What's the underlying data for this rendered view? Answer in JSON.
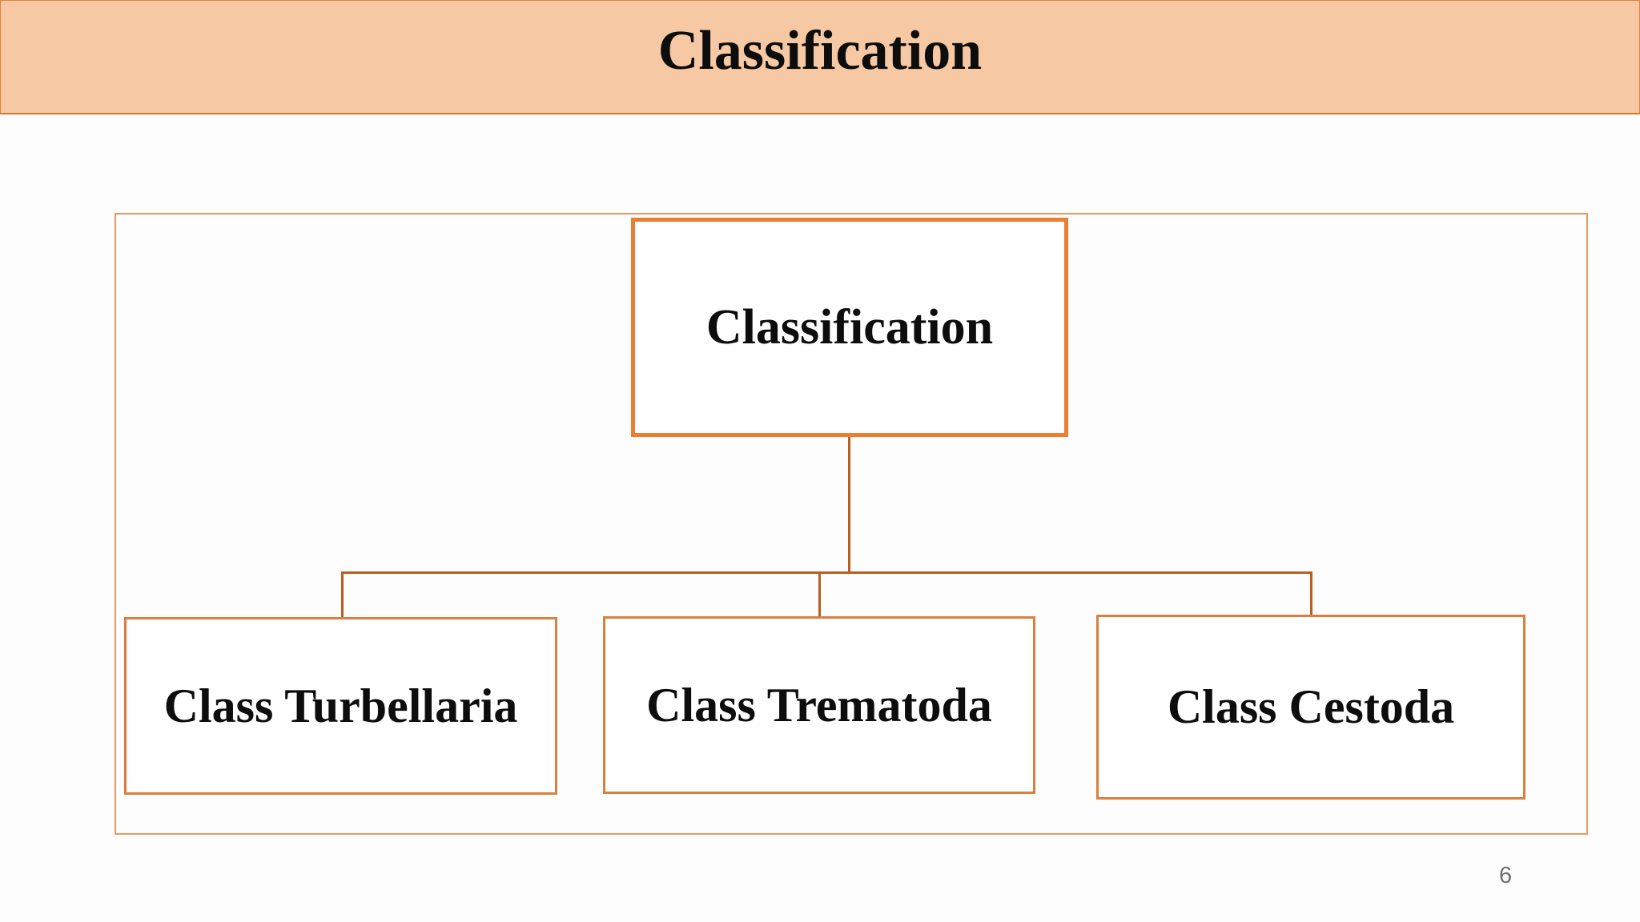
{
  "header": {
    "title": "Classification"
  },
  "diagram": {
    "root": {
      "label": "Classification"
    },
    "children": [
      {
        "label": "Class Turbellaria"
      },
      {
        "label": "Class Trematoda"
      },
      {
        "label": "Class Cestoda"
      }
    ]
  },
  "footer": {
    "page_number": "6"
  },
  "colors": {
    "header_fill": "#F6C9A4",
    "header_border": "#E07B35",
    "root_box_border": "#ED7D31",
    "child_box_border": "#DB7E3E",
    "canvas_border": "#E9975F",
    "connector": "#BC5E20",
    "text": "#0D0D0D",
    "page_number": "#6F6F6F"
  }
}
